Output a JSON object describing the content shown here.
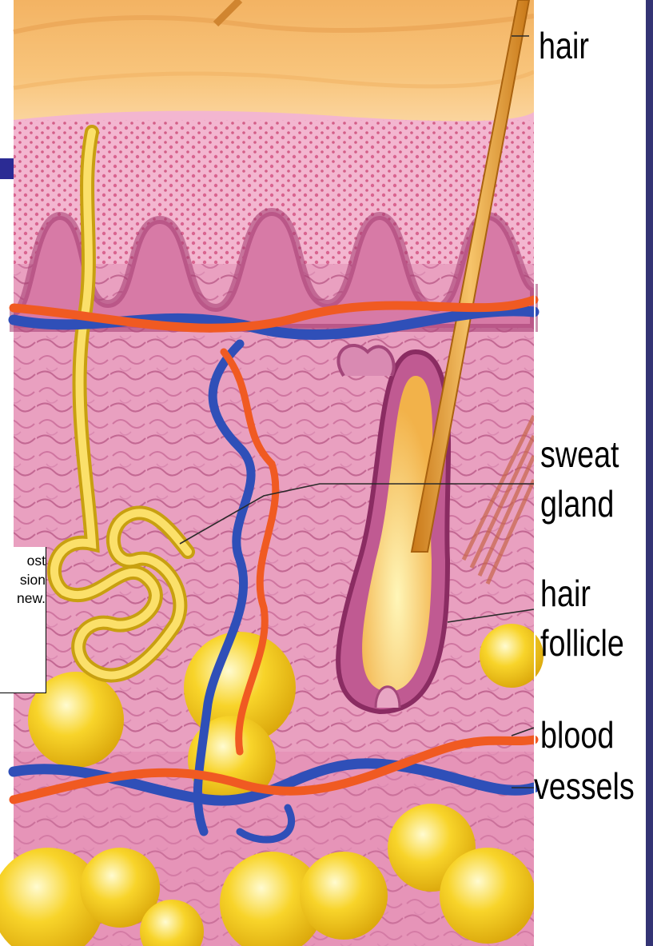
{
  "labels": {
    "hair": "hair",
    "sweat_gland_line1": "sweat",
    "sweat_gland_line2": "gland",
    "hair_follicle_line1": "hair",
    "hair_follicle_line2": "follicle",
    "blood_vessels_line1": "blood",
    "blood_vessels_line2": "vessels"
  },
  "note": {
    "line1": "ost",
    "line2": "sion",
    "line3": "new."
  },
  "colors": {
    "epidermis": "#f0a8c8",
    "dermis": "#e58fb4",
    "artery": "#f05a22",
    "vein": "#2f4fb8",
    "fat": "#f7c719",
    "hair": "#e9a13a",
    "right_bar": "#343474",
    "left_tab": "#2b2b94"
  }
}
